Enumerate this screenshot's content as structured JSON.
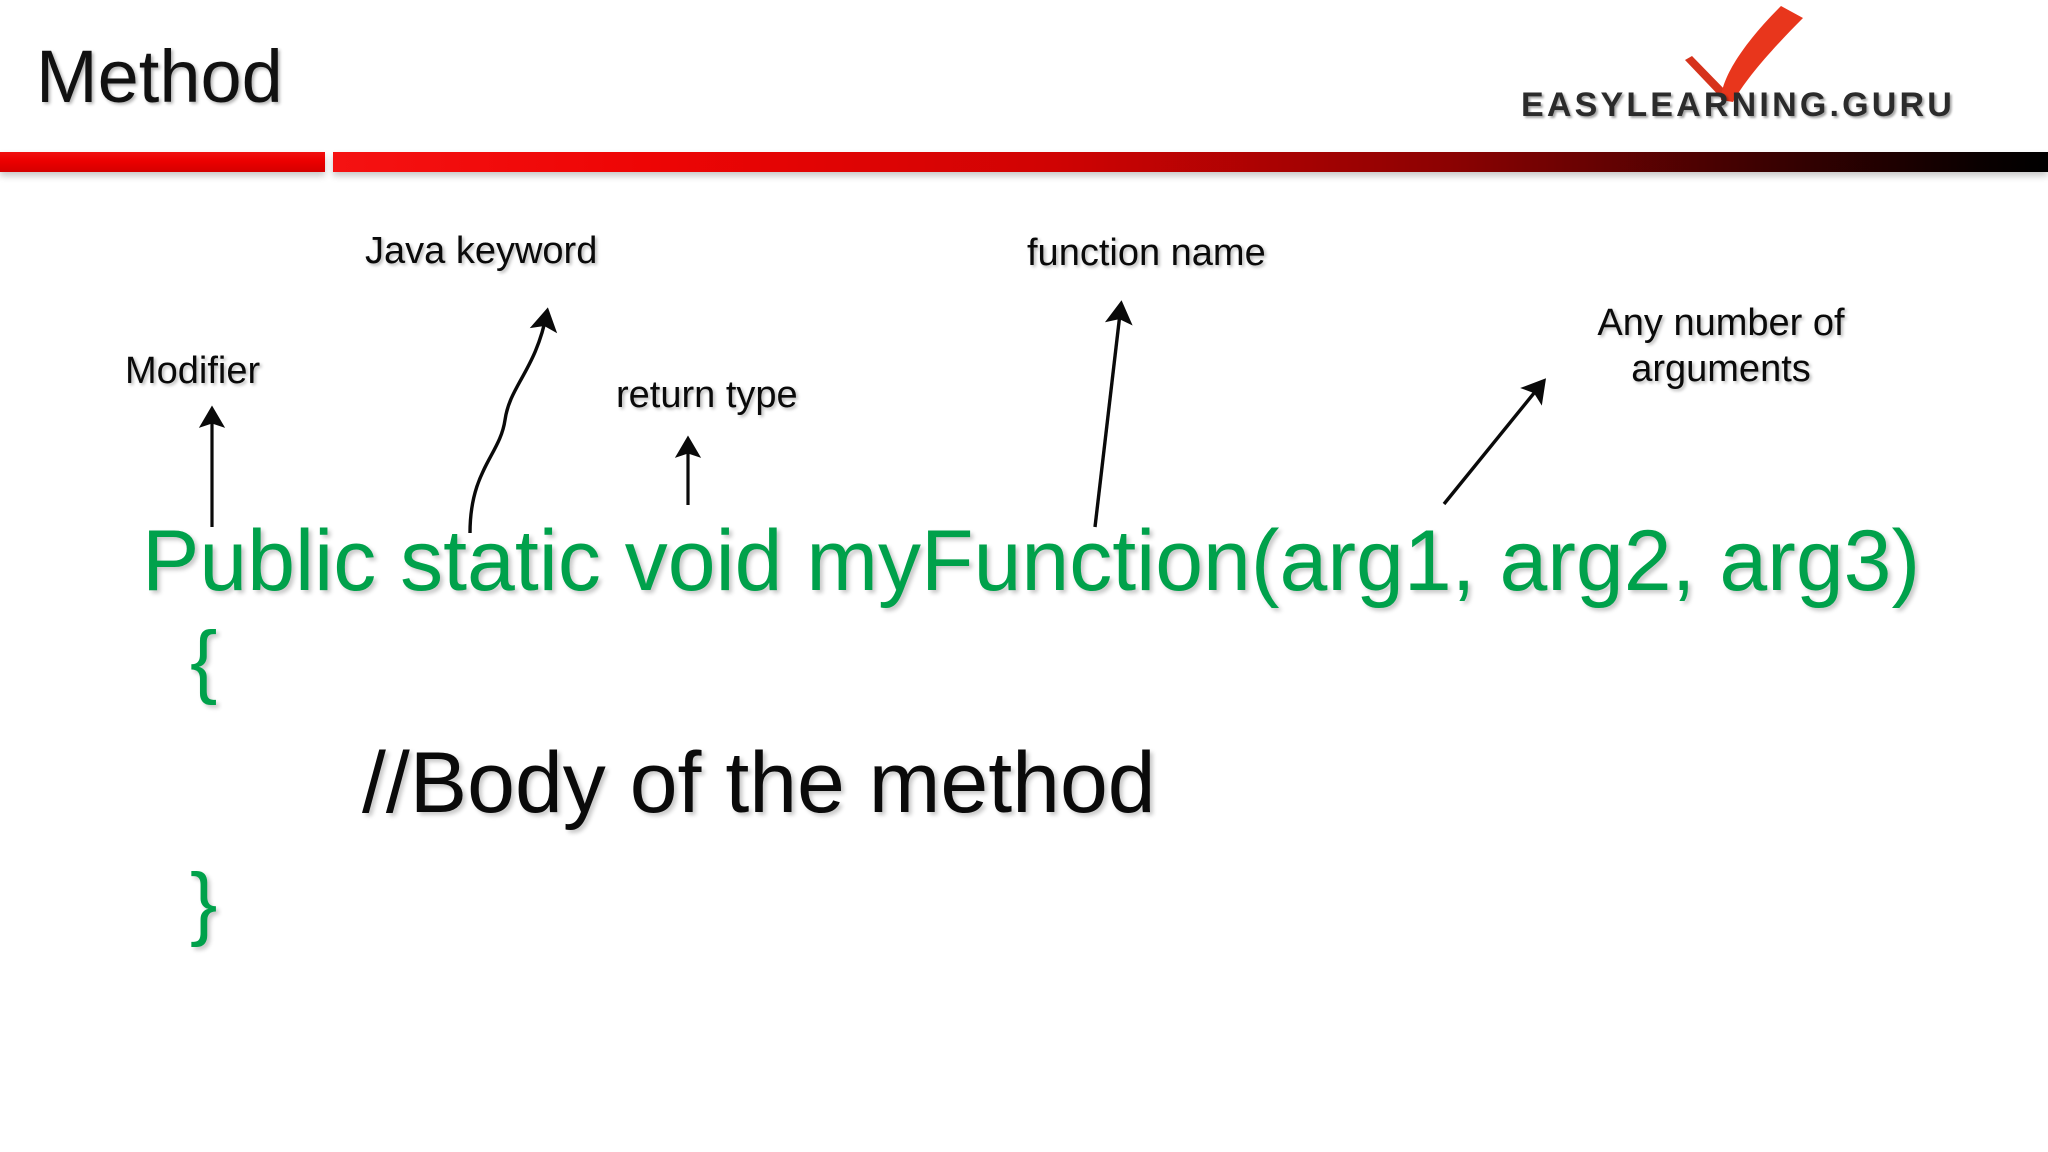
{
  "slide": {
    "title": "Method",
    "background_color": "#ffffff"
  },
  "brand": {
    "logo_text": "EASYLEARNING.GURU",
    "mark_name": "red-checkmark-swoosh",
    "mark_color": "#e8361c",
    "rule_color_start": "#f51212",
    "rule_color_end": "#000000"
  },
  "callouts": [
    {
      "id": "modifier",
      "text": "Modifier",
      "arrow": "straight-up"
    },
    {
      "id": "java-keyword",
      "text": "Java keyword",
      "arrow": "s-curve-up"
    },
    {
      "id": "return-type",
      "text": "return type",
      "arrow": "straight-up"
    },
    {
      "id": "function-name",
      "text": "function name",
      "arrow": "straight-up"
    },
    {
      "id": "arguments",
      "text": "Any number of arguments",
      "line1": "Any number of",
      "line2": "arguments",
      "arrow": "diagonal-up-right"
    }
  ],
  "code": {
    "color_keyword": "#00a14b",
    "color_body": "#0a0a0a",
    "signature": "Public static void myFunction(arg1, arg2, arg3)",
    "brace_open": "{",
    "body_comment": "//Body of the method",
    "brace_close": "}"
  }
}
